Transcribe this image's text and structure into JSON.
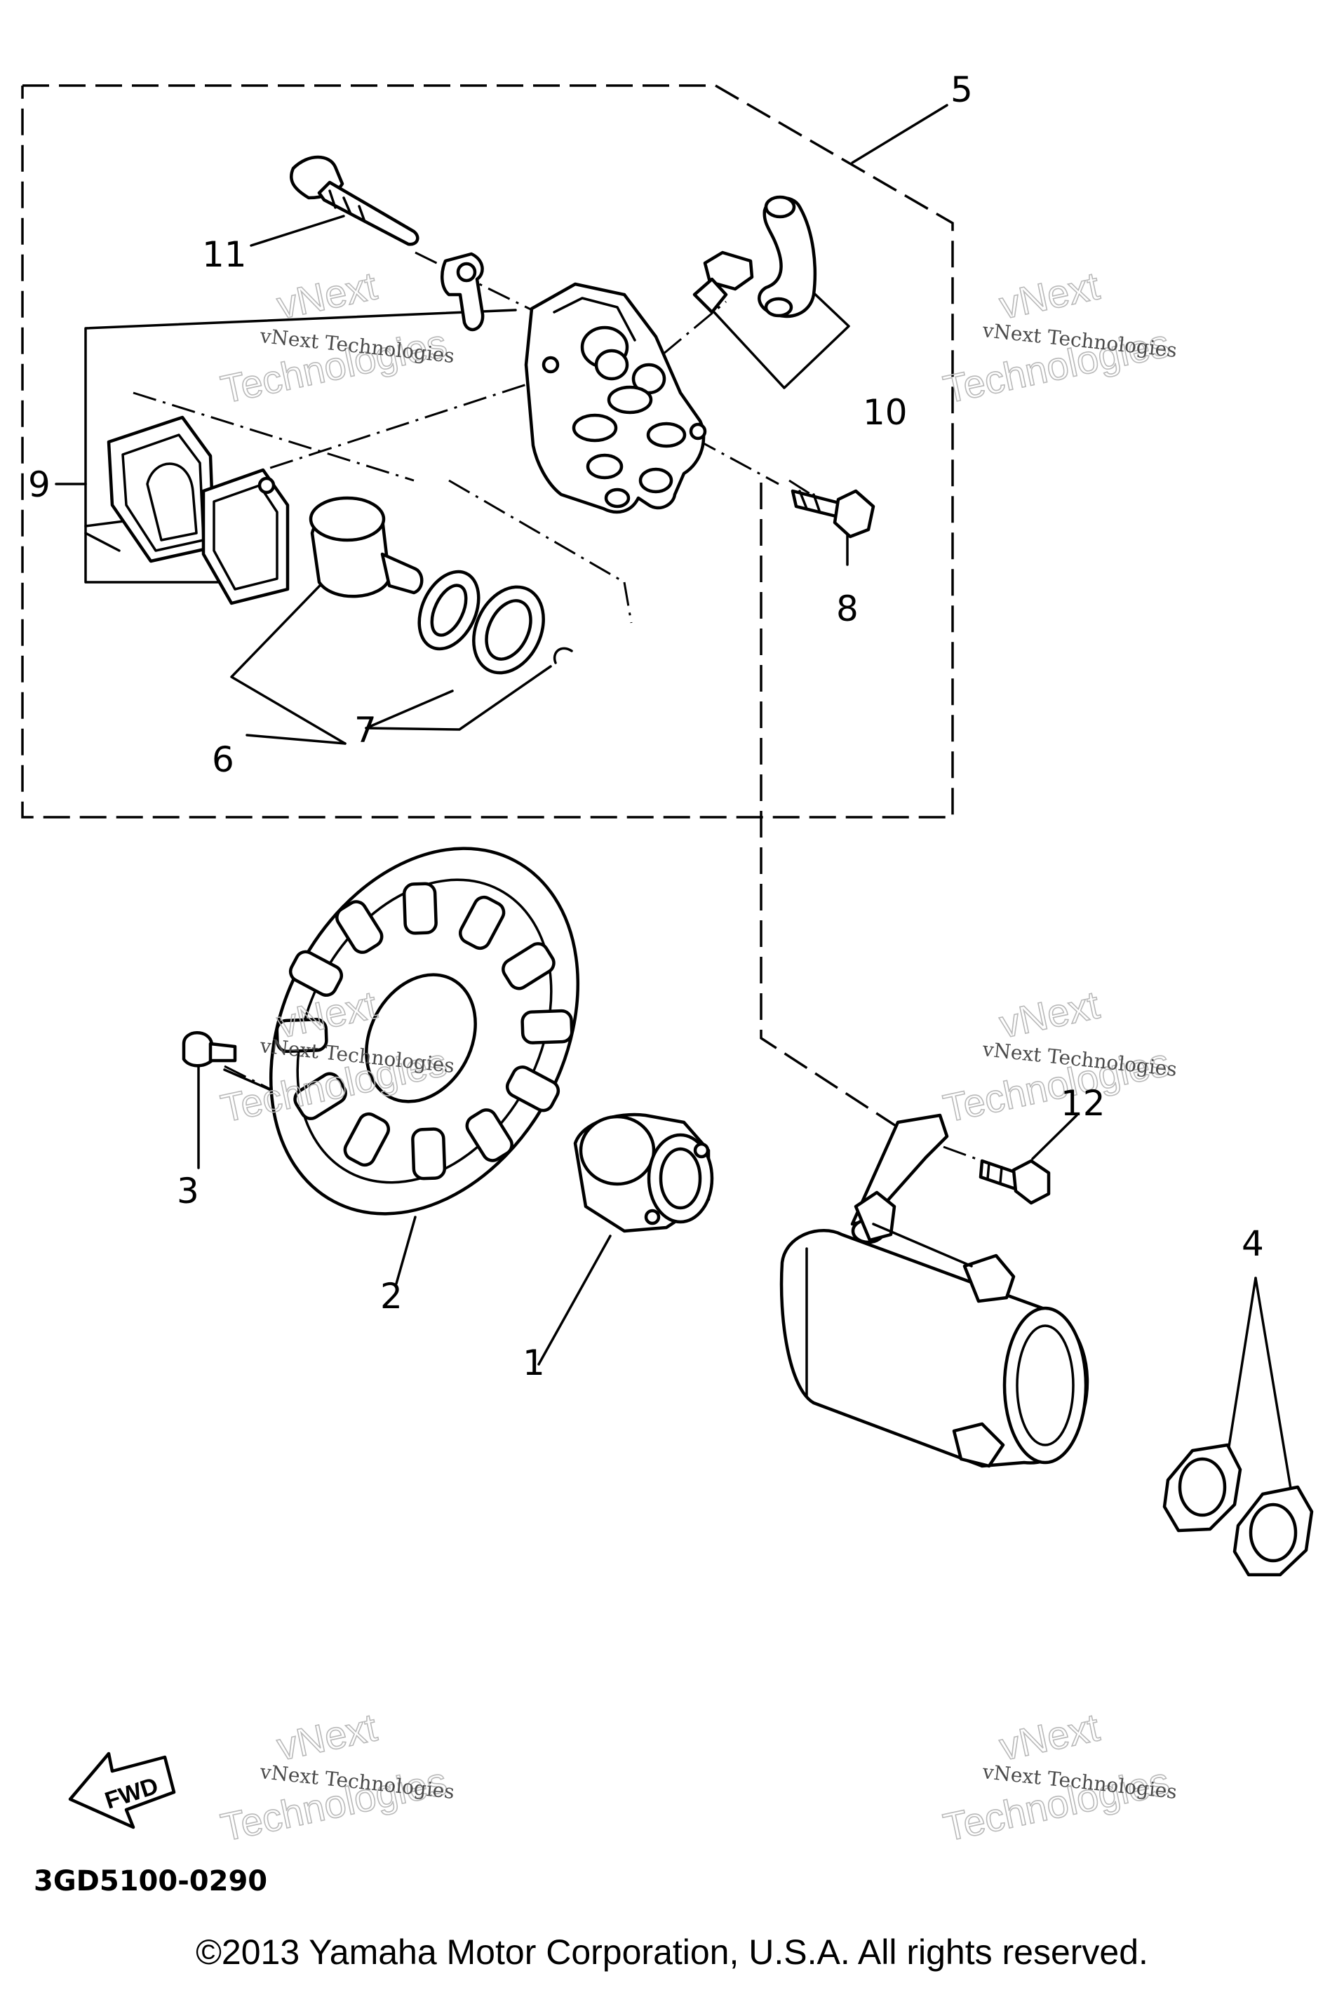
{
  "diagram": {
    "callouts": [
      "1",
      "2",
      "3",
      "4",
      "5",
      "6",
      "7",
      "8",
      "9",
      "10",
      "11",
      "12"
    ],
    "watermark_small": "vNext Technologies",
    "watermark_big_top": "vNext",
    "watermark_big_bottom": "Technologies",
    "fwd_label": "FWD",
    "part_code": "3GD5100-0290",
    "copyright": "©2013 Yamaha Motor Corporation, U.S.A. All rights reserved."
  }
}
